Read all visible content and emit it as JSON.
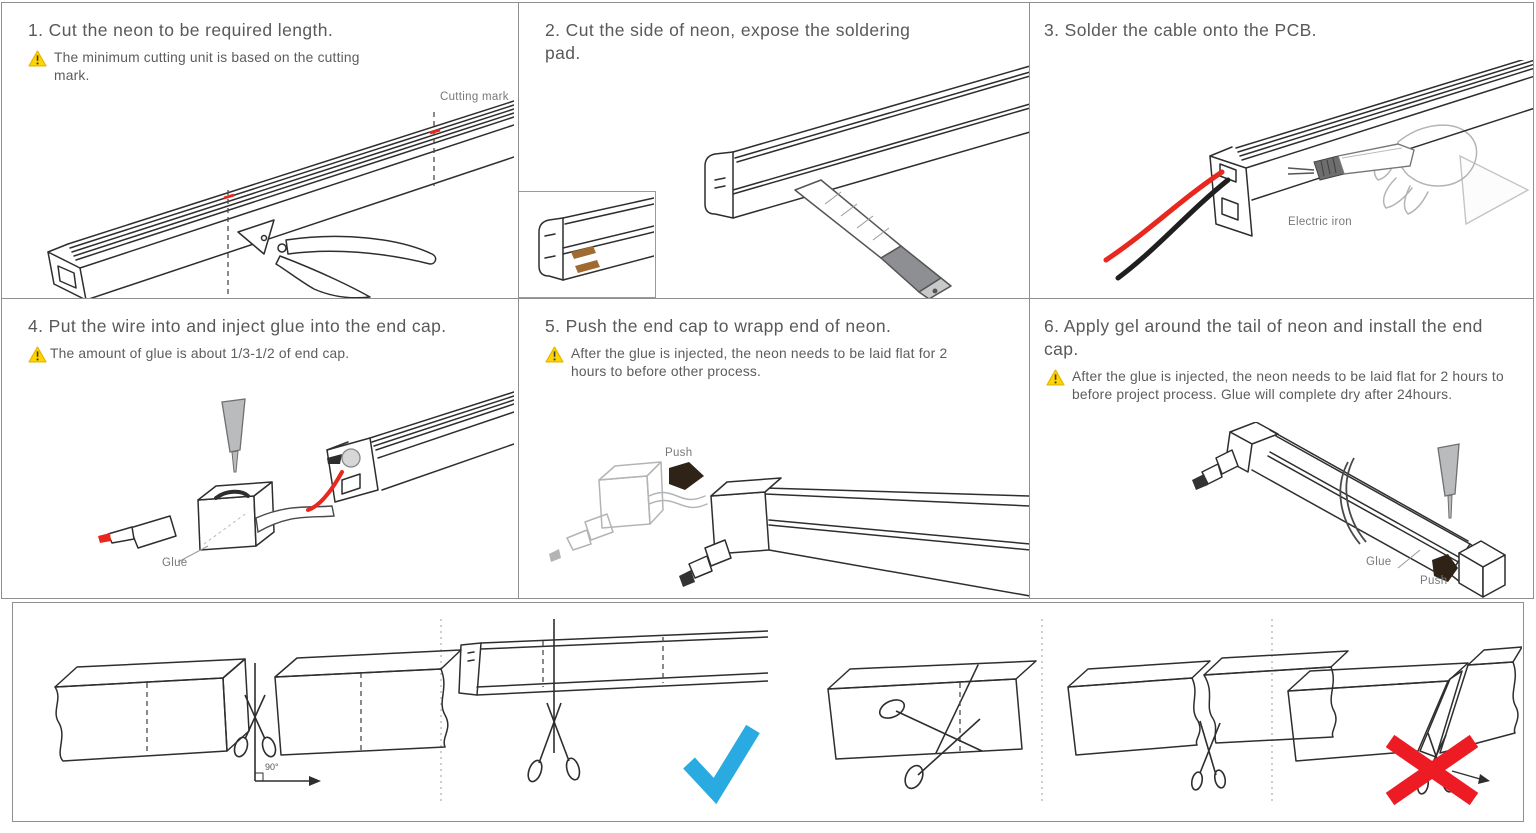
{
  "steps": [
    {
      "title": "1. Cut the neon to be required length.",
      "warning": "The minimum cutting unit is based on the cutting mark.",
      "labels": {
        "cutting_mark": "Cutting mark"
      }
    },
    {
      "title": "2. Cut the side of neon, expose the soldering pad.",
      "warning": "",
      "labels": {}
    },
    {
      "title": "3. Solder the cable onto the PCB.",
      "warning": "",
      "labels": {
        "electric_iron": "Electric iron"
      }
    },
    {
      "title": "4. Put the wire into and inject glue into the end cap.",
      "warning": "The amount of glue is about 1/3-1/2 of end cap.",
      "labels": {
        "glue": "Glue"
      }
    },
    {
      "title": "5. Push the end cap to wrapp end of neon.",
      "warning": "After the glue is injected, the neon needs to be laid flat for 2 hours to before other process.",
      "labels": {
        "push": "Push"
      }
    },
    {
      "title": "6. Apply gel around the tail of neon and install the end cap.",
      "warning": "After the glue is injected, the neon needs to be laid flat for 2 hours to before project process. Glue will complete dry after 24hours.",
      "labels": {
        "glue": "Glue",
        "push": "Push"
      }
    }
  ],
  "cutting_guide": {
    "angle_label": "90°",
    "correct_symbol": "check-mark",
    "incorrect_symbol": "cross-mark"
  },
  "icons": {
    "warning": "warning-triangle-icon",
    "correct": "check-icon",
    "incorrect": "cross-icon"
  },
  "colors": {
    "warning_yellow": "#ffd400",
    "wire_red": "#e8271f",
    "check_blue": "#29abe2",
    "cross_red": "#ed1c24",
    "pad_copper": "#a16a33",
    "text_gray": "#58595b",
    "line_dark": "#2e2e2e",
    "border_gray": "#8f8f8f"
  }
}
